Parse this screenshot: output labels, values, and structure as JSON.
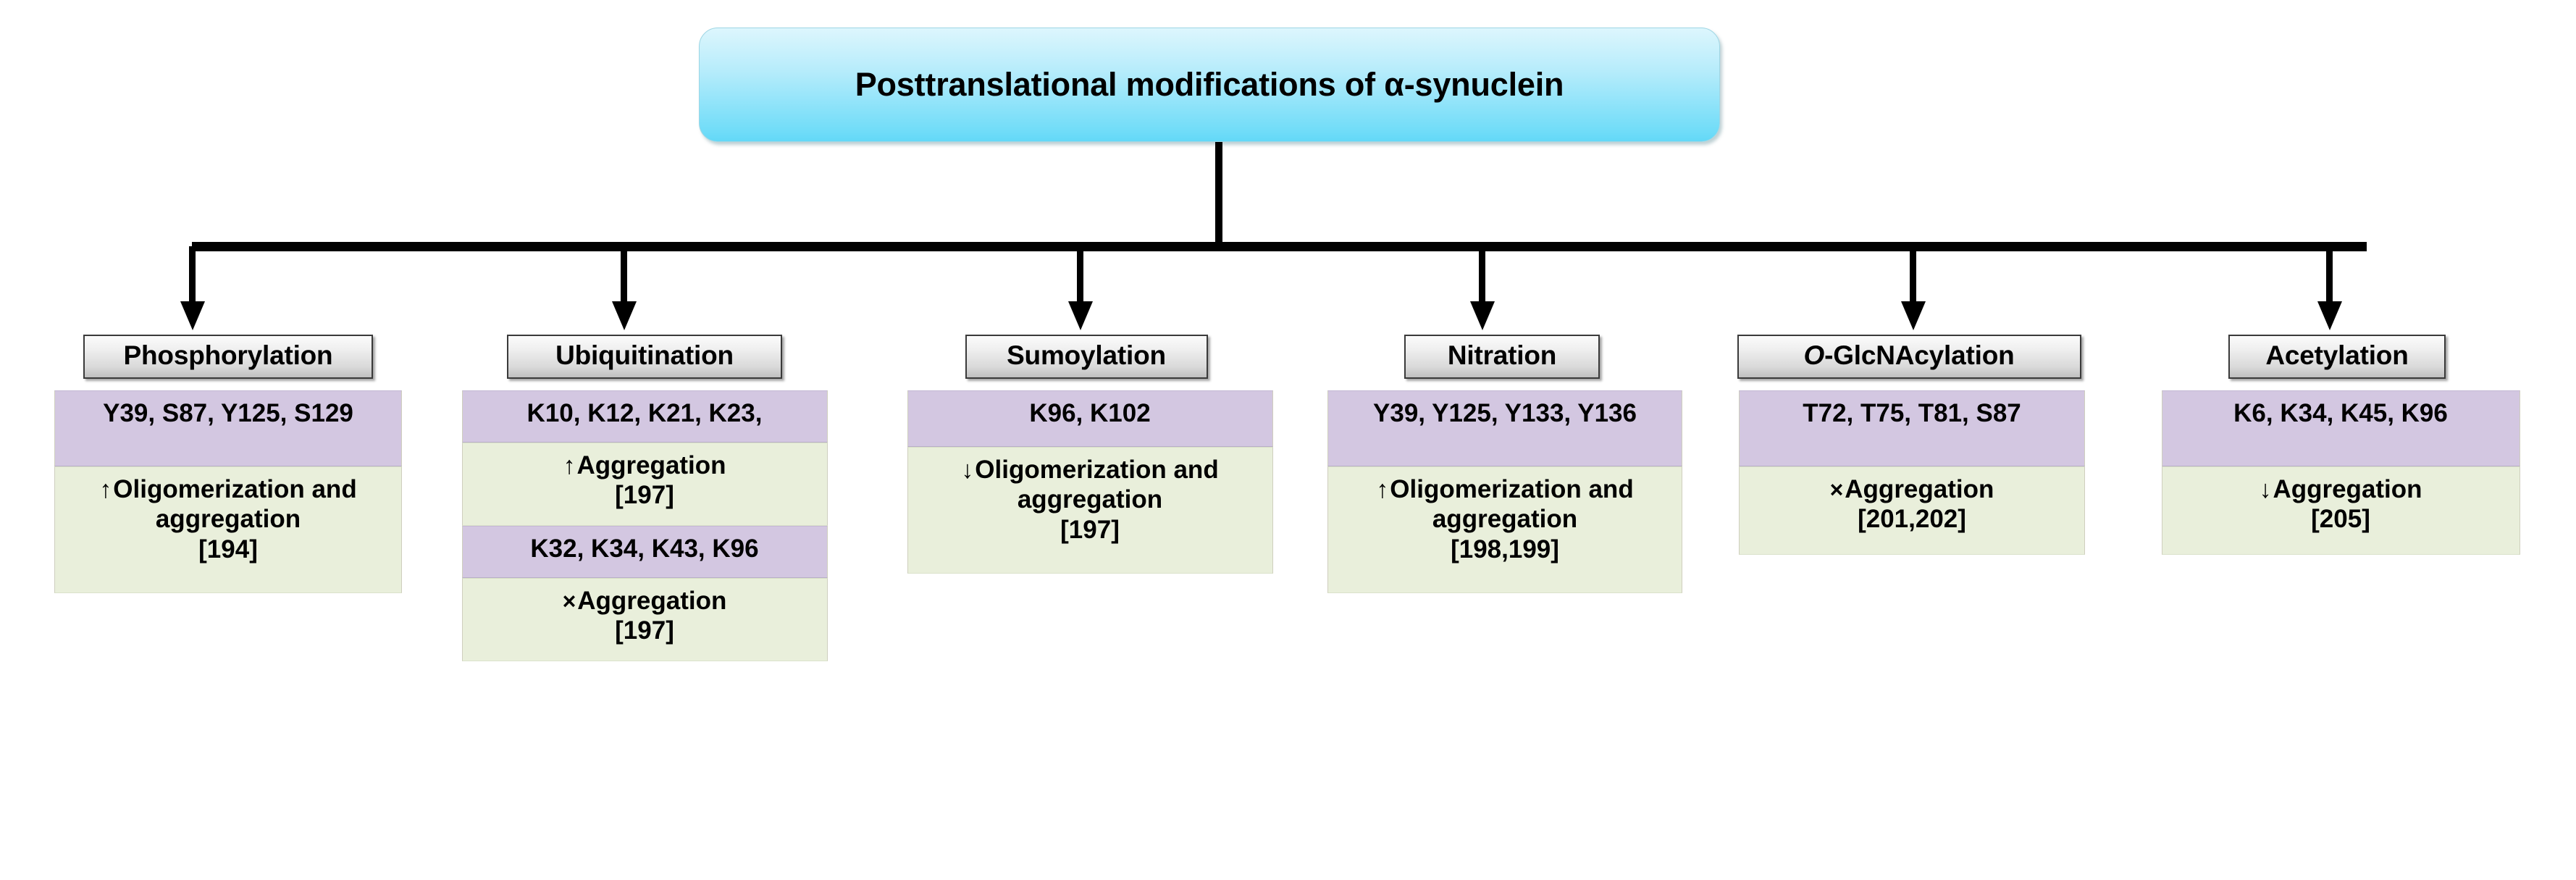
{
  "diagram": {
    "title": "Posttranslational modifications of α-synuclein",
    "colors": {
      "root_fill_top": "#ddf6fd",
      "root_fill_bottom": "#63d8f7",
      "header_fill_top": "#fbfbfb",
      "header_fill_bottom": "#bfbfbf",
      "residue_cell": "#d3c7e1",
      "effect_cell": "#e9efdb",
      "connector": "#000000"
    },
    "branches": [
      {
        "name": "phosphorylation",
        "header": "Phosphorylation",
        "header_italic_prefix": "",
        "cells": [
          {
            "type": "residues",
            "text": "Y39, S87, Y125, S129"
          },
          {
            "type": "effect",
            "marker": "↑",
            "marker_kind": "up",
            "effect": "Oligomerization and aggregation",
            "refs": "[194]"
          }
        ]
      },
      {
        "name": "ubiquitination",
        "header": "Ubiquitination",
        "header_italic_prefix": "",
        "cells": [
          {
            "type": "residues",
            "text": "K10, K12, K21, K23,"
          },
          {
            "type": "effect",
            "marker": "↑",
            "marker_kind": "up",
            "effect": "Aggregation",
            "refs": "[197]"
          },
          {
            "type": "residues",
            "text": "K32, K34, K43, K96"
          },
          {
            "type": "effect",
            "marker": "×",
            "marker_kind": "cross",
            "effect": "Aggregation",
            "refs": "[197]"
          }
        ]
      },
      {
        "name": "sumoylation",
        "header": "Sumoylation",
        "header_italic_prefix": "",
        "cells": [
          {
            "type": "residues",
            "text": "K96, K102"
          },
          {
            "type": "effect",
            "marker": "↓",
            "marker_kind": "down",
            "effect": "Oligomerization and aggregation",
            "refs": "[197]"
          }
        ]
      },
      {
        "name": "nitration",
        "header": "Nitration",
        "header_italic_prefix": "",
        "cells": [
          {
            "type": "residues",
            "text": "Y39, Y125, Y133, Y136"
          },
          {
            "type": "effect",
            "marker": "↑",
            "marker_kind": "up",
            "effect": "Oligomerization and aggregation",
            "refs": "[198,199]"
          }
        ]
      },
      {
        "name": "o-glcnacylation",
        "header": "-GlcNAcylation",
        "header_italic_prefix": "O",
        "cells": [
          {
            "type": "residues",
            "text": "T72, T75, T81, S87"
          },
          {
            "type": "effect",
            "marker": "×",
            "marker_kind": "cross",
            "effect": "Aggregation",
            "refs": "[201,202]"
          }
        ]
      },
      {
        "name": "acetylation",
        "header": "Acetylation",
        "header_italic_prefix": "",
        "cells": [
          {
            "type": "residues",
            "text": "K6, K34, K45, K96"
          },
          {
            "type": "effect",
            "marker": "↓",
            "marker_kind": "down",
            "effect": "Aggregation",
            "refs": "[205]"
          }
        ]
      }
    ]
  }
}
